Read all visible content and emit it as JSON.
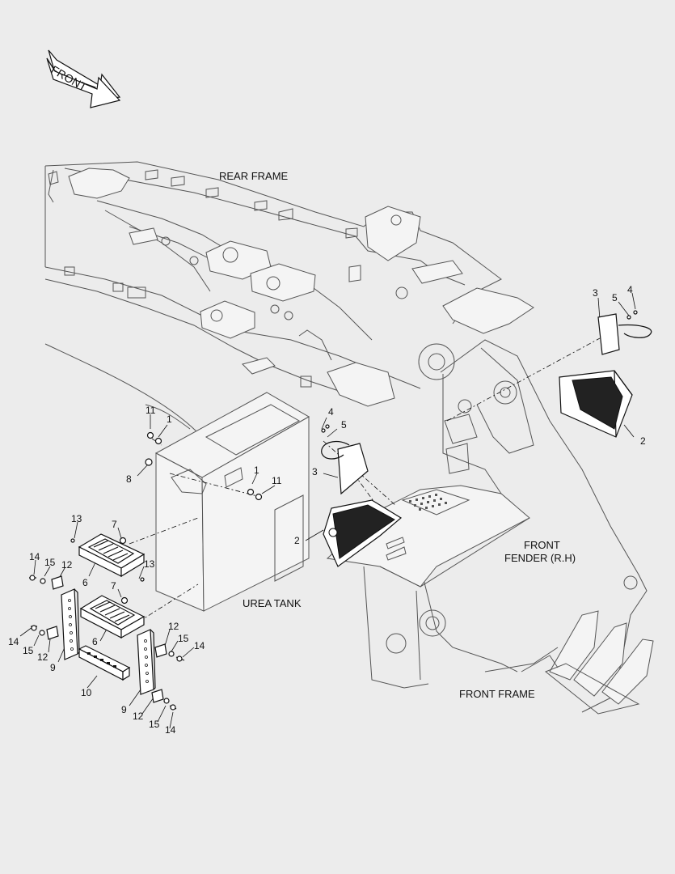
{
  "direction_arrow": {
    "label": "FRONT"
  },
  "area_labels": {
    "rear_frame": "REAR FRAME",
    "urea_tank": "UREA TANK",
    "front_fender_line1": "FRONT",
    "front_fender_line2": "FENDER (R.H)",
    "front_frame": "FRONT FRAME"
  },
  "callouts": [
    {
      "id": "c-3a",
      "text": "3"
    },
    {
      "id": "c-5a",
      "text": "5"
    },
    {
      "id": "c-4a",
      "text": "4"
    },
    {
      "id": "c-2a",
      "text": "2"
    },
    {
      "id": "c-11a",
      "text": "11"
    },
    {
      "id": "c-1a",
      "text": "1"
    },
    {
      "id": "c-4b",
      "text": "4"
    },
    {
      "id": "c-5b",
      "text": "5"
    },
    {
      "id": "c-8",
      "text": "8"
    },
    {
      "id": "c-3b",
      "text": "3"
    },
    {
      "id": "c-1b",
      "text": "1"
    },
    {
      "id": "c-11b",
      "text": "11"
    },
    {
      "id": "c-13a",
      "text": "13"
    },
    {
      "id": "c-7a",
      "text": "7"
    },
    {
      "id": "c-2b",
      "text": "2"
    },
    {
      "id": "c-14a",
      "text": "14"
    },
    {
      "id": "c-15a",
      "text": "15"
    },
    {
      "id": "c-12a",
      "text": "12"
    },
    {
      "id": "c-6a",
      "text": "6"
    },
    {
      "id": "c-13b",
      "text": "13"
    },
    {
      "id": "c-7b",
      "text": "7"
    },
    {
      "id": "c-14b",
      "text": "14"
    },
    {
      "id": "c-15b",
      "text": "15"
    },
    {
      "id": "c-12b",
      "text": "12"
    },
    {
      "id": "c-6b",
      "text": "6"
    },
    {
      "id": "c-12c",
      "text": "12"
    },
    {
      "id": "c-15c",
      "text": "15"
    },
    {
      "id": "c-14c",
      "text": "14"
    },
    {
      "id": "c-9a",
      "text": "9"
    },
    {
      "id": "c-10",
      "text": "10"
    },
    {
      "id": "c-9b",
      "text": "9"
    },
    {
      "id": "c-12d",
      "text": "12"
    },
    {
      "id": "c-15d",
      "text": "15"
    },
    {
      "id": "c-14d",
      "text": "14"
    }
  ]
}
